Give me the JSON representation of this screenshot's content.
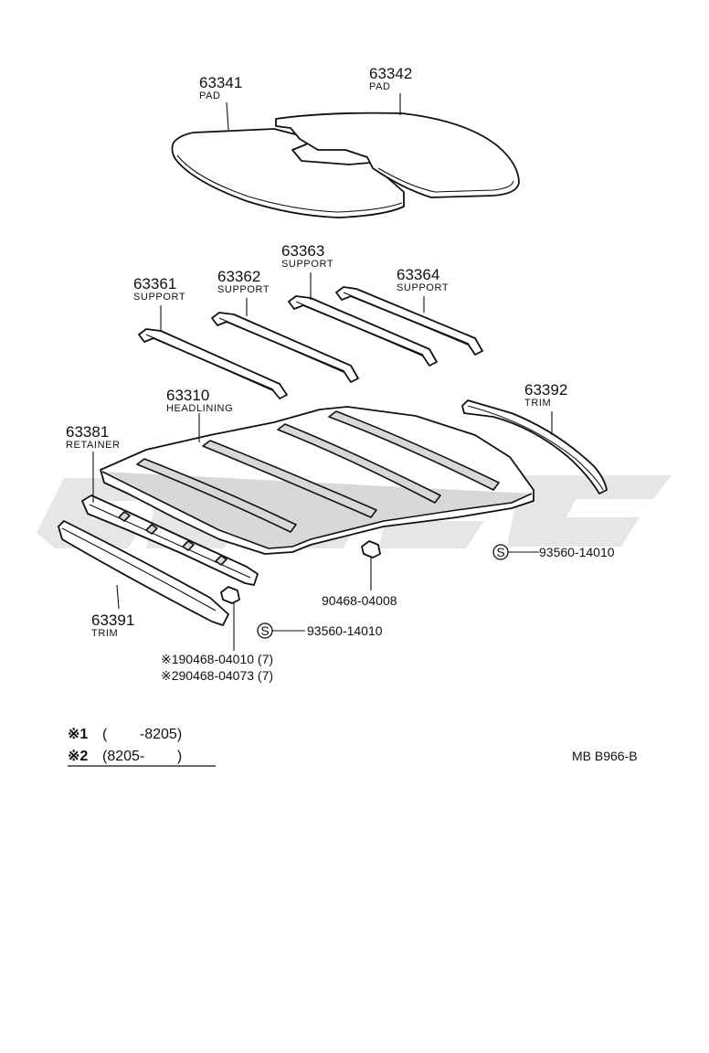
{
  "parts": [
    {
      "id": "pad_front",
      "number": "63341",
      "name": "PAD"
    },
    {
      "id": "pad_rear",
      "number": "63342",
      "name": "PAD"
    },
    {
      "id": "support_1",
      "number": "63361",
      "name": "SUPPORT"
    },
    {
      "id": "support_2",
      "number": "63362",
      "name": "SUPPORT"
    },
    {
      "id": "support_3",
      "number": "63363",
      "name": "SUPPORT"
    },
    {
      "id": "support_4",
      "number": "63364",
      "name": "SUPPORT"
    },
    {
      "id": "headlining",
      "number": "63310",
      "name": "HEADLINING"
    },
    {
      "id": "trim_rear",
      "number": "63392",
      "name": "TRIM"
    },
    {
      "id": "retainer",
      "number": "63381",
      "name": "RETAINER"
    },
    {
      "id": "trim_front",
      "number": "63391",
      "name": "TRIM"
    }
  ],
  "hardware": {
    "screw_right": {
      "symbol": "S",
      "number": "93560-14010"
    },
    "clip_center": {
      "number": "90468-04008"
    },
    "screw_center": {
      "symbol": "S",
      "number": "93560-14010"
    },
    "clip_1": "※190468-04010 (7)",
    "clip_2": "※290468-04073 (7)"
  },
  "notes": [
    {
      "mark": "※1",
      "range": "(        -8205)"
    },
    {
      "mark": "※2",
      "range": "(8205-        )"
    }
  ],
  "figure_code": "MB B966-B",
  "colors": {
    "line": "#111111",
    "watermark": "#e6e6e6",
    "background": "#ffffff"
  }
}
